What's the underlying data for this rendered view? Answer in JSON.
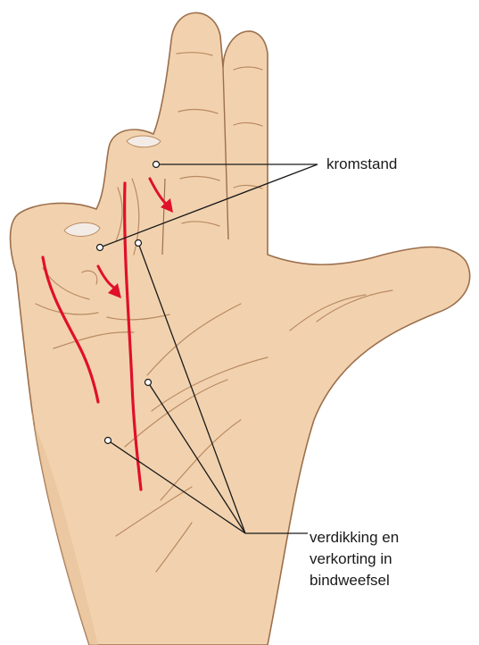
{
  "labels": {
    "kromstand": "kromstand",
    "verdikking_line1": "verdikking en",
    "verdikking_line2": "verkorting in",
    "verdikking_line3": "bindweefsel"
  },
  "colors": {
    "skin": "#f2d2ae",
    "skin_shadow": "#e7c19a",
    "outline": "#9c6f4c",
    "crease": "#b98a63",
    "nail": "#f3ece6",
    "cord_red": "#e0102a",
    "pointer_line": "#1a1a1a",
    "background": "#ffffff"
  }
}
